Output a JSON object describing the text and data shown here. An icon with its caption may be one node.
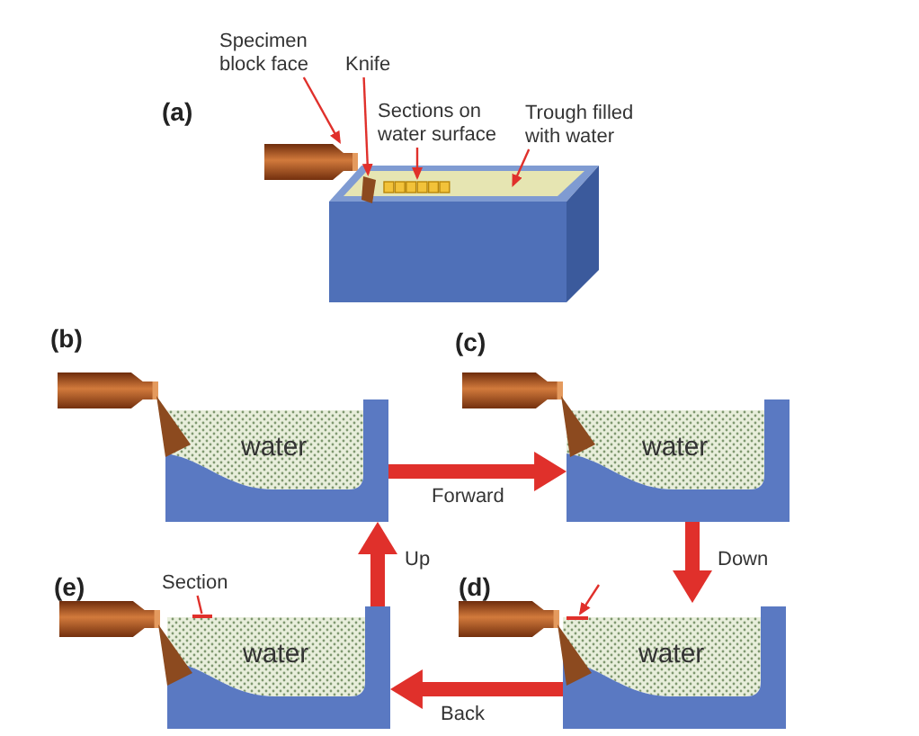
{
  "diagram": {
    "nodes": [
      {
        "text": [
          "Specimen block face"
        ]
      },
      {
        "text": [
          "Knife"
        ]
      },
      {
        "text": [
          "Sections on water surface"
        ]
      },
      {
        "text": [
          "Trough filled with water"
        ]
      },
      {
        "text": [],
        "shape": "picture"
      },
      {
        "text": [],
        "shape": "box"
      },
      {
        "text": [],
        "shape": "picture"
      },
      {
        "text": [],
        "shape": "picture"
      },
      {
        "text": [],
        "shape": "picture"
      },
      {
        "text": [],
        "shape": "picture"
      },
      {
        "text": [
          "water"
        ]
      },
      {
        "text": [],
        "shape": "picture"
      },
      {
        "text": [],
        "shape": "picture"
      },
      {
        "text": [
          "water"
        ]
      },
      {
        "text": [
          "Section"
        ]
      },
      {
        "text": [],
        "shape": "picture"
      },
      {
        "text": [],
        "shape": "picture"
      },
      {
        "text": [
          "water"
        ]
      },
      {
        "text": [],
        "shape": "bar",
        "in": 17
      },
      {
        "text": [],
        "shape": "picture"
      },
      {
        "text": [],
        "shape": "picture"
      },
      {
        "text": [
          "water"
        ]
      },
      {
        "text": [],
        "shape": "bar",
        "in": 21
      }
    ],
    "edges": [
      {
        "from": 0,
        "to": 4,
        "arrow": "to"
      },
      {
        "from": 1,
        "to": 6,
        "arrow": "to"
      },
      {
        "from": 2,
        "to": 7,
        "arrow": "to"
      },
      {
        "from": 3,
        "to": 5,
        "arrow": "to"
      },
      {
        "from": 10,
        "to": 13,
        "arrow": "to",
        "label": "Forward",
        "style": "thick"
      },
      {
        "from": 13,
        "to": 21,
        "arrow": "to",
        "label": "Down",
        "style": "thick"
      },
      {
        "from": 17,
        "to": 10,
        "arrow": "to",
        "label": "Up",
        "style": "thick"
      },
      {
        "from": 14,
        "to": 18,
        "arrow": "none"
      },
      {
        "from": null,
        "to": 22,
        "arrow": "to"
      },
      {
        "from": 21,
        "to": 17,
        "arrow": "to",
        "label": "Back",
        "style": "thick"
      }
    ],
    "labels": [
      "(a)",
      "(b)",
      "(c)",
      "(e)",
      "(d)"
    ]
  }
}
